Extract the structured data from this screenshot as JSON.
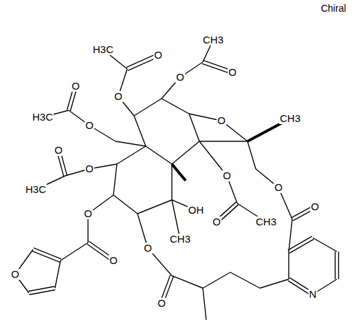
{
  "diagram": {
    "labels": [
      "Chiral",
      "CH3",
      "H3C",
      "O",
      "O",
      "O",
      "O",
      "O",
      "CH3",
      "O",
      "H3C",
      "O",
      "O",
      "O",
      "H3C",
      "O",
      "O",
      "OH",
      "O",
      "O",
      "O",
      "CH3",
      "CH3",
      "O",
      "O",
      "O",
      "N",
      "O"
    ]
  }
}
